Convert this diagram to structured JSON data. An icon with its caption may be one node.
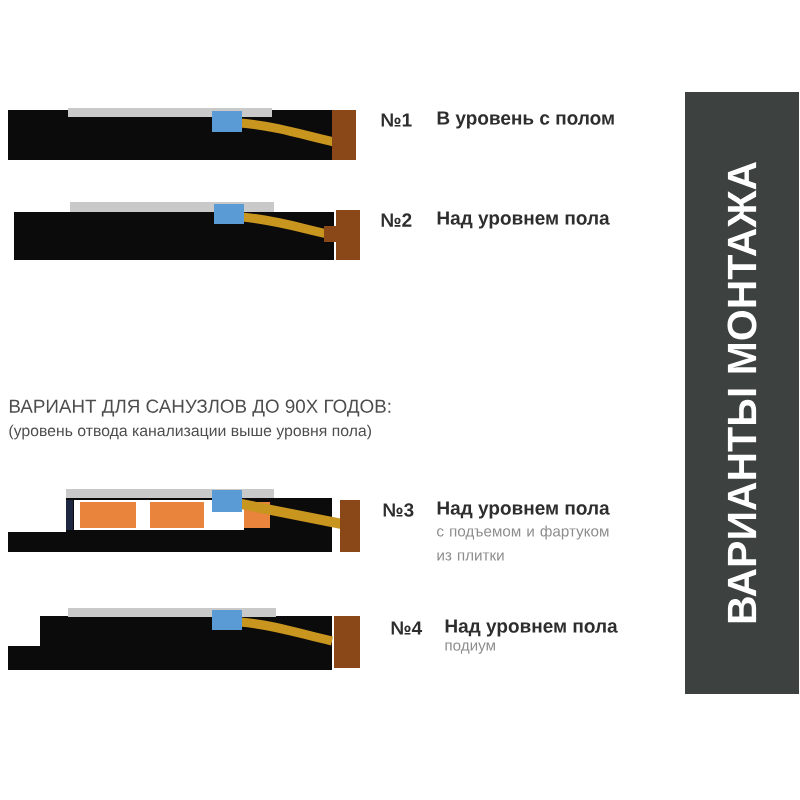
{
  "diagram": {
    "nodes": [
      {
        "text": [
          "ВАРИАНТЫ МОНТАЖА"
        ]
      }
    ],
    "labels": [
      "№1",
      "В уровень с полом",
      "№2",
      "Над уровнем пола",
      "ВАРИАНТ ДЛЯ САНУЗЛОВ ДО 90Х ГОДОВ:",
      "(уровень отвода канализации выше уровня пола)",
      "№3",
      "Над уровнем пола",
      "с подъемом и фартуком из плитки",
      "№4",
      "Над уровнем пола",
      "подиум"
    ]
  }
}
